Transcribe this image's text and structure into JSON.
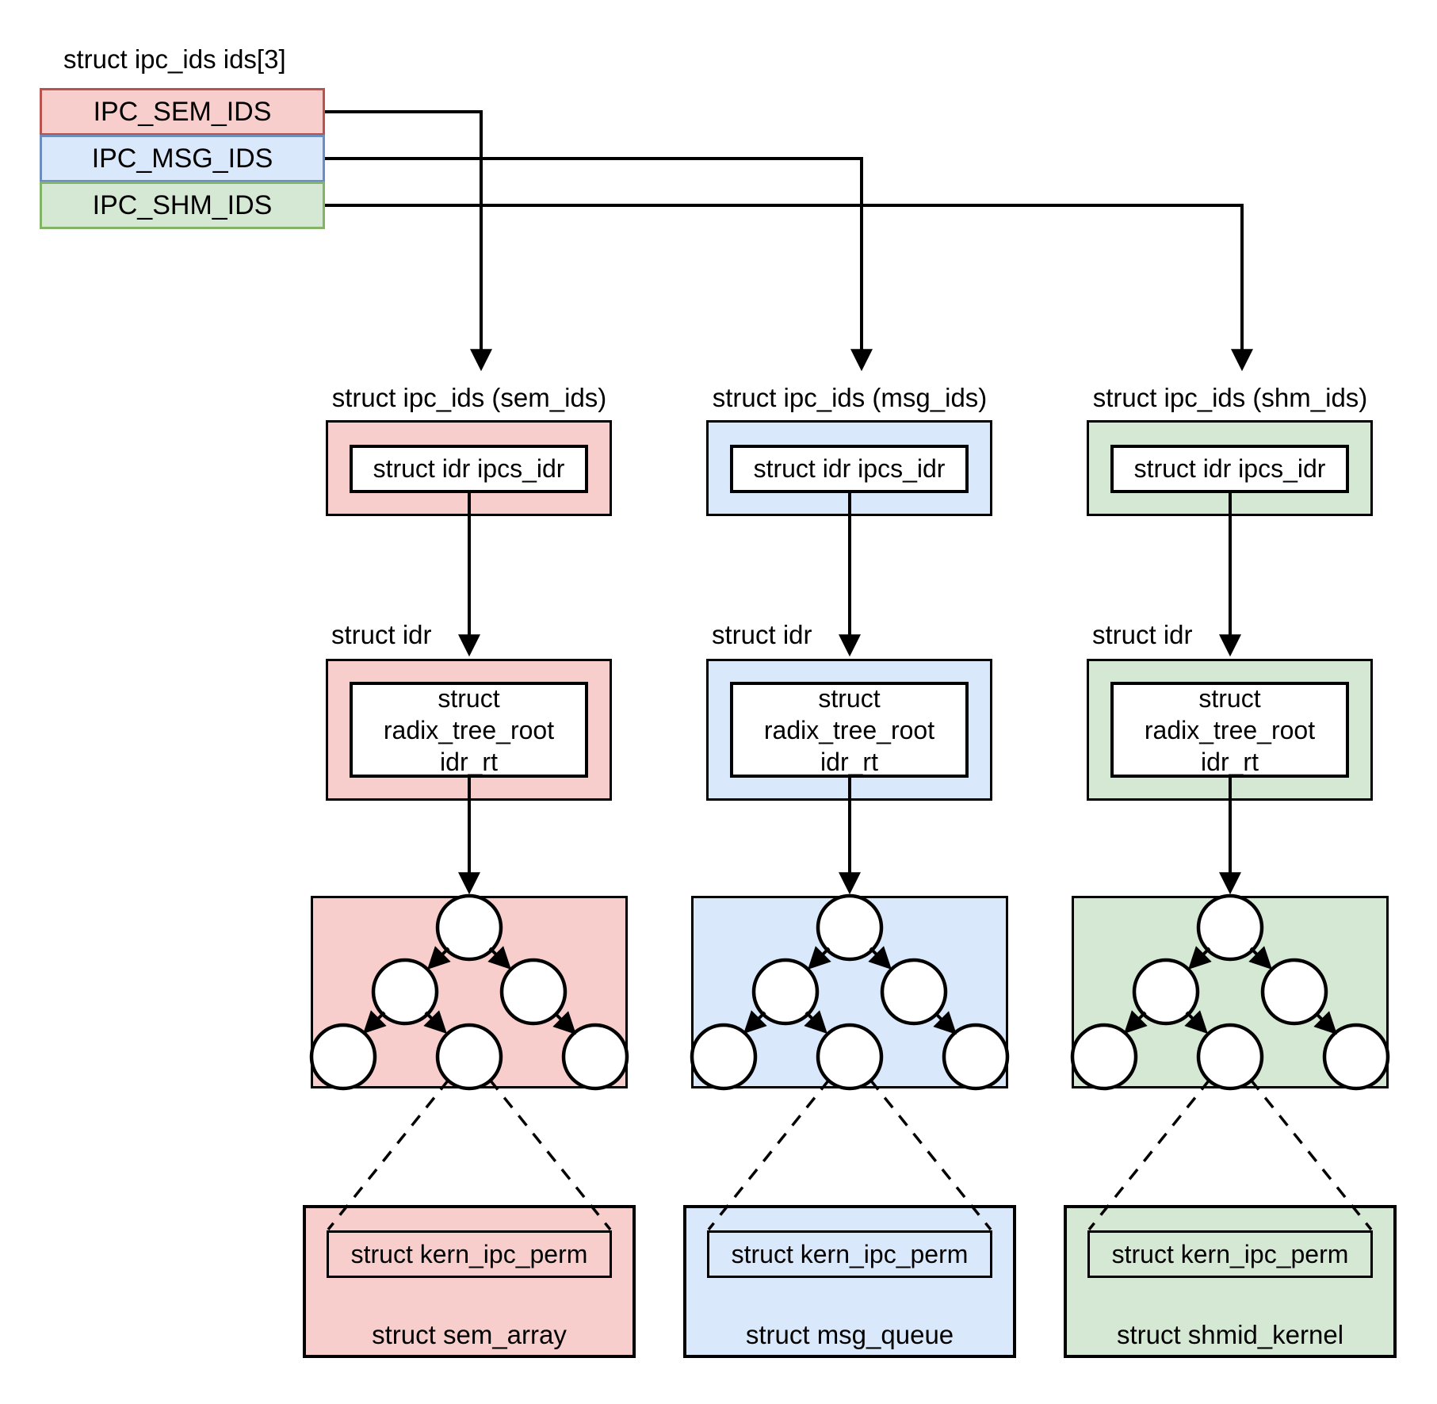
{
  "title": "struct ipc_ids ids[3]",
  "palette": {
    "red": {
      "fill": "#f8cecc",
      "stroke": "#b85450"
    },
    "blue": {
      "fill": "#dae8fc",
      "stroke": "#6c8ebf"
    },
    "green": {
      "fill": "#d5e8d4",
      "stroke": "#82b366"
    },
    "line": "#000000"
  },
  "legend": {
    "rows": [
      {
        "label": "IPC_SEM_IDS",
        "color": "red"
      },
      {
        "label": "IPC_MSG_IDS",
        "color": "blue"
      },
      {
        "label": "IPC_SHM_IDS",
        "color": "green"
      }
    ]
  },
  "columns": [
    {
      "name": "sem_ids",
      "color": "red",
      "header_label": "struct ipc_ids (sem_ids)",
      "ipcs_idr_label": "struct idr ipcs_idr",
      "idr_label": "struct idr",
      "radix_lines": [
        "struct",
        "radix_tree_root",
        "idr_rt"
      ],
      "kern_label": "struct kern_ipc_perm",
      "bottom_label": "struct sem_array"
    },
    {
      "name": "msg_ids",
      "color": "blue",
      "header_label": "struct ipc_ids (msg_ids)",
      "ipcs_idr_label": "struct idr ipcs_idr",
      "idr_label": "struct idr",
      "radix_lines": [
        "struct",
        "radix_tree_root",
        "idr_rt"
      ],
      "kern_label": "struct kern_ipc_perm",
      "bottom_label": "struct msg_queue"
    },
    {
      "name": "shm_ids",
      "color": "green",
      "header_label": "struct ipc_ids (shm_ids)",
      "ipcs_idr_label": "struct idr ipcs_idr",
      "idr_label": "struct idr",
      "radix_lines": [
        "struct",
        "radix_tree_root",
        "idr_rt"
      ],
      "kern_label": "struct kern_ipc_perm",
      "bottom_label": "struct shmid_kernel"
    }
  ]
}
